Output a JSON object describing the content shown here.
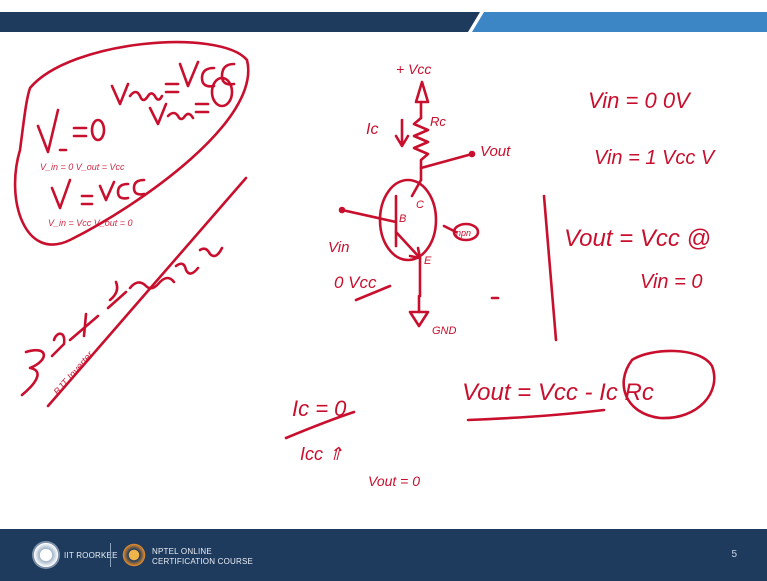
{
  "slide": {
    "footer": {
      "institute": "IIT ROORKEE",
      "course_line1": "NPTEL ONLINE",
      "course_line2": "CERTIFICATION COURSE",
      "page_number": "5"
    },
    "colors": {
      "ink": "#c8102e",
      "footer_bg": "#1e3a5c",
      "top_bar_dark": "#1e3a5c",
      "top_bar_light": "#3d86c6"
    }
  },
  "handwriting": {
    "circled_truth": {
      "line1": "V_in = 0   V_out = Vcc",
      "line2": "V_in = Vcc   V_out = 0"
    },
    "bjt_inverter_title": "BJT Inverter",
    "circuit": {
      "vcc_label": "+ Vcc",
      "ic_label": "Ic",
      "rc_label": "Rc",
      "vout_label": "Vout",
      "vin_label": "Vin",
      "vin_values": "0 Vcc",
      "base_label": "B",
      "collector_label": "C",
      "emitter_label": "E",
      "npn_label": "npn",
      "gnd_label": "GND"
    },
    "right_notes": {
      "line1": "Vin = 0    0V",
      "line2": "Vin = 1    Vcc V",
      "line3": "Vout = Vcc @",
      "line4": "Vin = 0"
    },
    "equation": "Vout = Vcc - Ic Rc",
    "bottom_notes": {
      "ic_zero": "Ic = 0",
      "ic_up": "Icc ⇑",
      "vout_zero": "Vout = 0"
    }
  }
}
